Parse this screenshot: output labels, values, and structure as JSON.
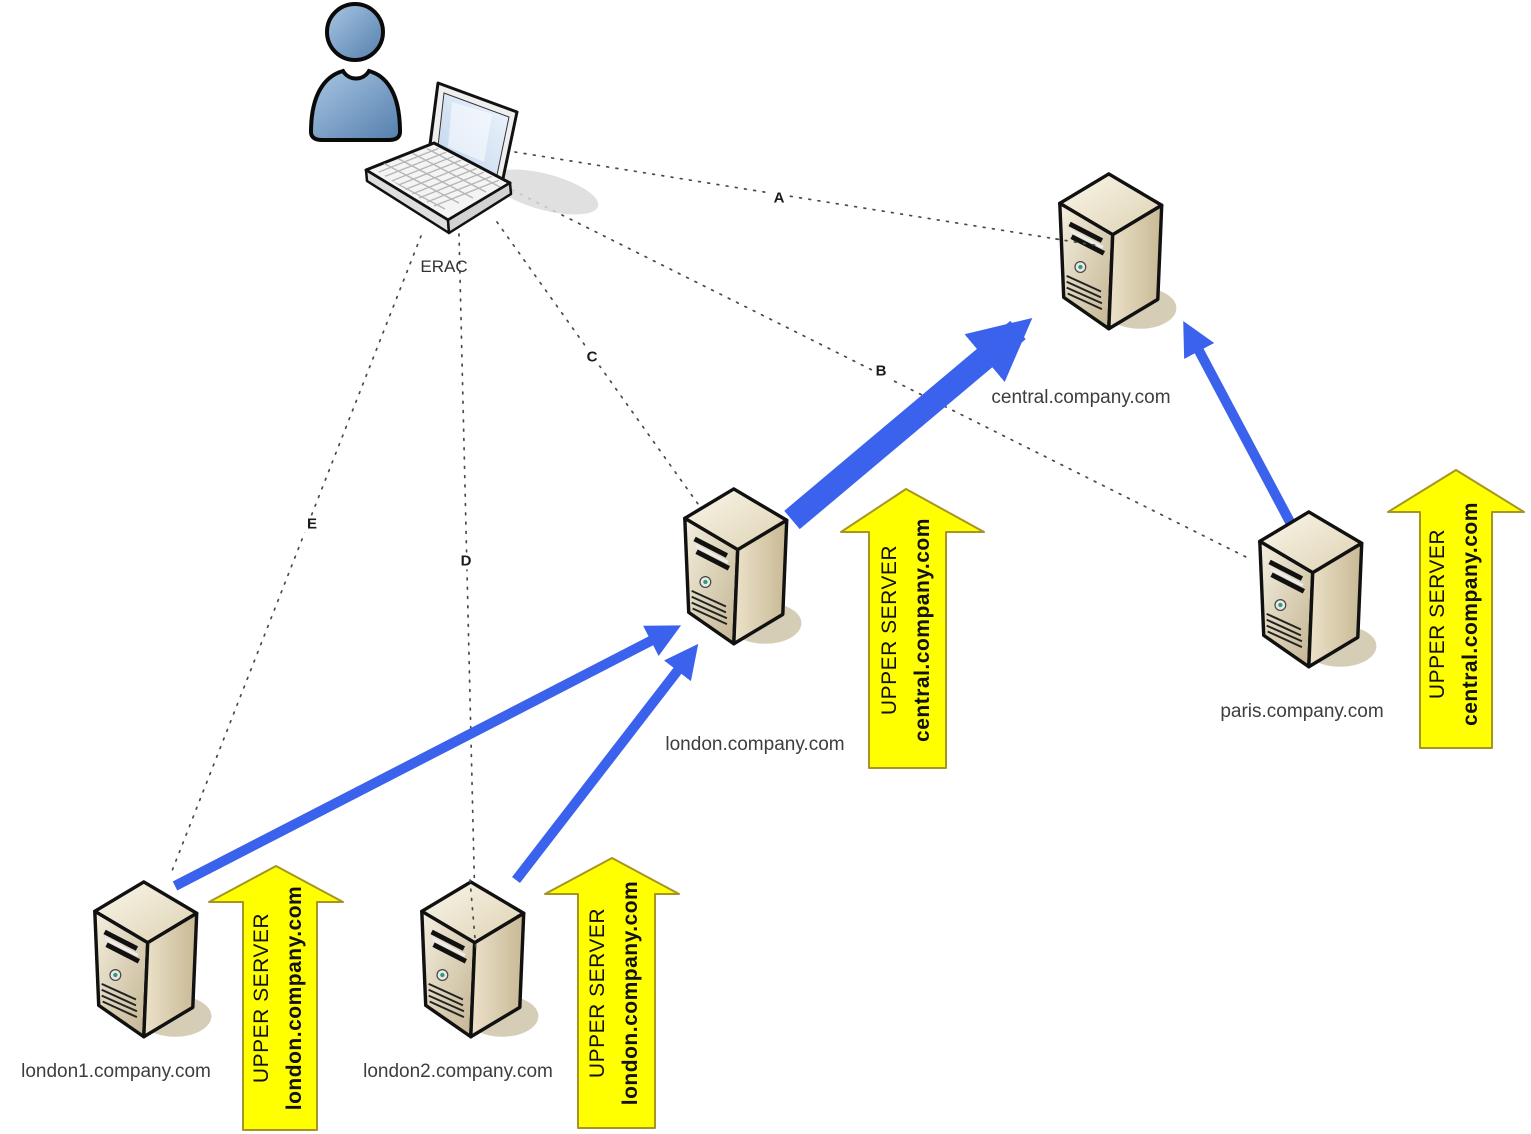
{
  "colors": {
    "blue_arrow": "#3b62ec",
    "yellow_fill": "#ffff00",
    "yellow_border": "#a69523",
    "server_body": "#ddd2b6",
    "person_blue": "#6f9bc7",
    "label_text": "#3d3d3d"
  },
  "admin": {
    "label": "ERAC"
  },
  "servers": {
    "central": {
      "label": "central.company.com"
    },
    "london": {
      "label": "london.company.com"
    },
    "paris": {
      "label": "paris.company.com"
    },
    "london1": {
      "label": "london1.company.com"
    },
    "london2": {
      "label": "london2.company.com"
    }
  },
  "connections": {
    "a": {
      "label": "A",
      "from": "ERAC",
      "to": "central.company.com"
    },
    "b": {
      "label": "B",
      "from": "ERAC",
      "to": "paris.company.com"
    },
    "c": {
      "label": "C",
      "from": "ERAC",
      "to": "london.company.com"
    },
    "d": {
      "label": "D",
      "from": "ERAC",
      "to": "london2.company.com"
    },
    "e": {
      "label": "E",
      "from": "ERAC",
      "to": "london1.company.com"
    }
  },
  "upper_server_arrows": {
    "london": {
      "line1": "UPPER SERVER",
      "line2": "central.company.com"
    },
    "paris": {
      "line1": "UPPER SERVER",
      "line2": "central.company.com"
    },
    "london1": {
      "line1": "UPPER SERVER",
      "line2": "london.company.com"
    },
    "london2": {
      "line1": "UPPER SERVER",
      "line2": "london.company.com"
    }
  }
}
